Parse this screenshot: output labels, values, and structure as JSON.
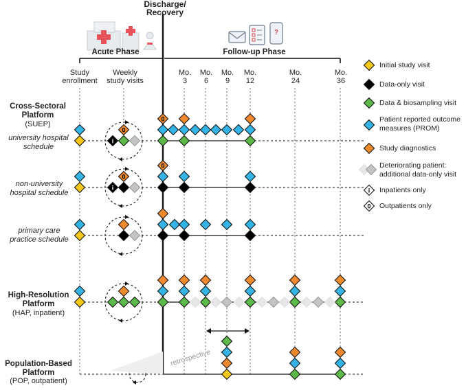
{
  "colors": {
    "initial": "#f5c518",
    "data_only": "#000000",
    "biosampling": "#5cb848",
    "prom": "#33b3e6",
    "diagnostics": "#f0892e",
    "deteriorating": "#c4c4c4",
    "deteriorating_light": "#e6e6e6"
  },
  "header": {
    "discharge": "Discharge/\nRecovery",
    "acute_phase": "Acute Phase",
    "followup_phase": "Follow-up Phase"
  },
  "columns": {
    "study_enrollment": "Study\nenrollment",
    "weekly_visits": "Weekly\nstudy visits",
    "months": [
      {
        "label": "Mo.",
        "num": "3"
      },
      {
        "label": "Mo.",
        "num": "6"
      },
      {
        "label": "Mo.",
        "num": "9"
      },
      {
        "label": "Mo.",
        "num": "12"
      },
      {
        "label": "Mo.",
        "num": "24"
      },
      {
        "label": "Mo.",
        "num": "36"
      }
    ]
  },
  "rows": {
    "suep_title": "Cross-Sectoral\nPlatform",
    "suep_sub": "(SUEP)",
    "univ": "university hospital\nschedule",
    "nonuniv": "non-university\nhospital schedule",
    "primary": "primary care\npractice schedule",
    "hap_title": "High-Resolution\nPlatform",
    "hap_sub": "(HAP, inpatient)",
    "pop_title": "Population-Based\nPlatform",
    "pop_sub": "(POP, outpatient)"
  },
  "retrospective": "retrospective",
  "legend": [
    {
      "kind": "initial",
      "label": "Initial study visit"
    },
    {
      "kind": "data_only",
      "label": "Data-only visit"
    },
    {
      "kind": "biosampling",
      "label": "Data & biosampling visit"
    },
    {
      "kind": "prom",
      "label": "Patient reported outcome\nmeasures (PROM)"
    },
    {
      "kind": "diagnostics",
      "label": "Study diagnostics"
    },
    {
      "kind": "deteriorating",
      "label": "Deteriorating patient:\nadditional data-only visit"
    },
    {
      "kind": "inpatient",
      "label": "Inpatients only",
      "glyph": "i"
    },
    {
      "kind": "outpatient",
      "label": "Outpatients only",
      "glyph": "0"
    }
  ],
  "icons": {
    "hospital": "hospital-icon",
    "envelope": "envelope-icon",
    "checklist": "checklist-icon",
    "phone": "smartphone-icon"
  }
}
